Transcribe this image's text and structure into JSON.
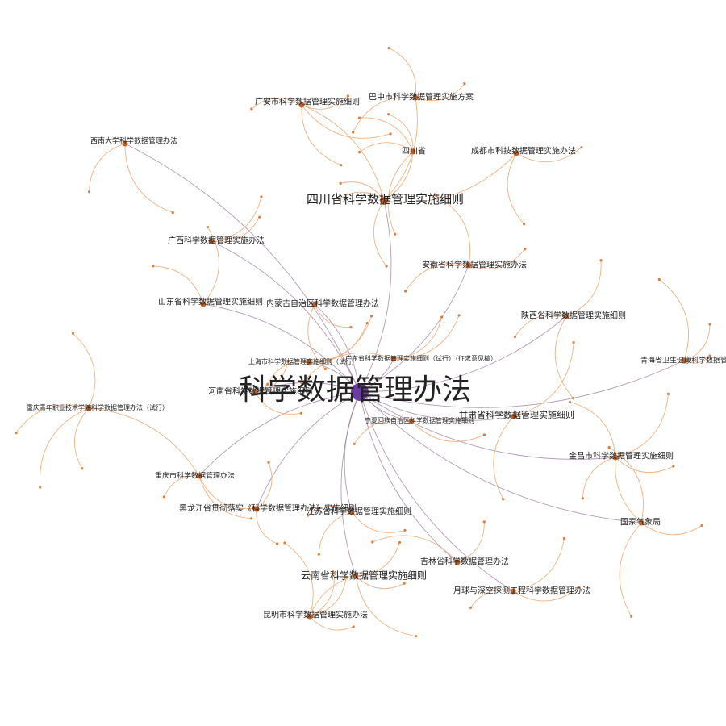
{
  "graph": {
    "hub": {
      "id": "hub",
      "label": "科学数据管理办法",
      "color": "#6a3aa5"
    },
    "colors": {
      "primary_edge": "#9a7a9c",
      "secondary_edge": "#f0a56c",
      "node": "#c0622a",
      "hub": "#6a3aa5"
    },
    "nodes": [
      {
        "id": "sichuan",
        "label": "四川省科学数据管理实施细则",
        "level": 1
      },
      {
        "id": "sichuansheng",
        "label": "四川省",
        "level": 2
      },
      {
        "id": "guangan",
        "label": "广安市科学数据管理实施细则",
        "level": 2
      },
      {
        "id": "bazhong",
        "label": "巴中市科学数据管理实施方案",
        "level": 2
      },
      {
        "id": "chengdu",
        "label": "成都市科技数据管理实施办法",
        "level": 2
      },
      {
        "id": "xinan",
        "label": "西南大学科学数据管理办法",
        "level": 2
      },
      {
        "id": "guangxi",
        "label": "广西科学数据管理实施办法",
        "level": 2
      },
      {
        "id": "shandong",
        "label": "山东省科学数据管理实施细则",
        "level": 2
      },
      {
        "id": "neimenggu",
        "label": "内蒙古自治区科学数据管理办法",
        "level": 2
      },
      {
        "id": "anhui",
        "label": "安徽省科学数据管理实施办法",
        "level": 2
      },
      {
        "id": "shaanxi",
        "label": "陕西省科学数据管理实施细则",
        "level": 2
      },
      {
        "id": "gansu",
        "label": "甘肃省科学数据管理实施细则",
        "level": 2
      },
      {
        "id": "jinchang",
        "label": "金昌市科学数据管理实施细则",
        "level": 2
      },
      {
        "id": "guojiaqixiang",
        "label": "国家气象局",
        "level": 2
      },
      {
        "id": "yuegui",
        "label": "月球与深空探测工程科学数据管理办法",
        "level": 2
      },
      {
        "id": "yunnan",
        "label": "云南省科学数据管理实施细则",
        "level": 2
      },
      {
        "id": "kunming",
        "label": "昆明市科学数据管理实施办法",
        "level": 2
      },
      {
        "id": "jilin",
        "label": "吉林省科学数据管理办法",
        "level": 2
      },
      {
        "id": "jiangsu",
        "label": "江苏省科学数据管理实施细则",
        "level": 2
      },
      {
        "id": "heilongjiang",
        "label": "黑龙江省贯彻落实《科学数据管理办法》实施细则",
        "level": 2
      },
      {
        "id": "chongqing",
        "label": "重庆市科学数据管理办法",
        "level": 2
      },
      {
        "id": "chongqingzhiye",
        "label": "重庆青年职业技术学院科学数据管理办法（试行）",
        "level": 2
      },
      {
        "id": "henan",
        "label": "河南省科学数据管理实施细则",
        "level": 2
      },
      {
        "id": "ningxia",
        "label": "宁夏回族自治区科学数据管理实施细则",
        "level": 2
      },
      {
        "id": "shanghai",
        "label": "上海市科学数据管理实施细则（试行）",
        "level": 2
      },
      {
        "id": "guangdong",
        "label": "广东省科学数据管理实施细则（试行）（征求意见稿）",
        "level": 2
      },
      {
        "id": "qinghai",
        "label": "青海省卫生健康科学数据管理办法",
        "level": 2
      }
    ],
    "edges": [
      [
        "hub",
        "sichuan"
      ],
      [
        "hub",
        "anhui"
      ],
      [
        "hub",
        "shaanxi"
      ],
      [
        "hub",
        "gansu"
      ],
      [
        "hub",
        "jinchang"
      ],
      [
        "hub",
        "yunnan"
      ],
      [
        "hub",
        "jilin"
      ],
      [
        "hub",
        "jiangsu"
      ],
      [
        "hub",
        "heilongjiang"
      ],
      [
        "hub",
        "chongqing"
      ],
      [
        "hub",
        "henan"
      ],
      [
        "hub",
        "ningxia"
      ],
      [
        "hub",
        "shanghai"
      ],
      [
        "hub",
        "guangdong"
      ],
      [
        "hub",
        "shandong"
      ],
      [
        "hub",
        "neimenggu"
      ],
      [
        "hub",
        "guangxi"
      ],
      [
        "hub",
        "qinghai"
      ],
      [
        "hub",
        "yuegui"
      ],
      [
        "hub",
        "guojiaqixiang"
      ],
      [
        "sichuan",
        "sichuansheng"
      ],
      [
        "sichuan",
        "guangan"
      ],
      [
        "sichuan",
        "bazhong"
      ],
      [
        "sichuan",
        "chengdu"
      ],
      [
        "yunnan",
        "kunming"
      ],
      [
        "jinchang",
        "guojiaqixiang"
      ],
      [
        "chongqing",
        "chongqingzhiye"
      ],
      [
        "hub",
        "xinan"
      ]
    ]
  }
}
